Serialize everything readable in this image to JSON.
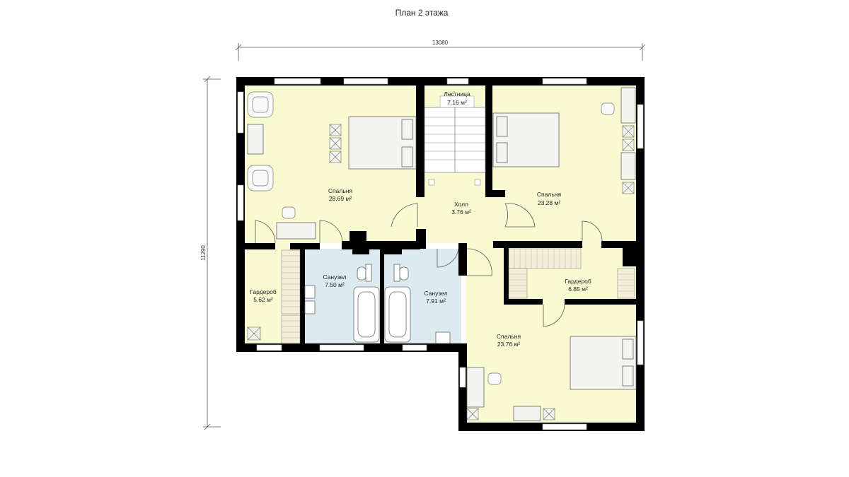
{
  "title": "План 2 этажа",
  "dimensions": {
    "width": "13080",
    "height": "11290"
  },
  "rooms": [
    {
      "name": "Спальня",
      "area": "28.69 м²"
    },
    {
      "name": "Лестница",
      "area": "7.16 м²"
    },
    {
      "name": "Спальня",
      "area": "23.28 м²"
    },
    {
      "name": "Холл",
      "area": "3.76 м²"
    },
    {
      "name": "Санузел",
      "area": "7.50 м²"
    },
    {
      "name": "Санузел",
      "area": "7.91 м²"
    },
    {
      "name": "Гардероб",
      "area": "5.62 м²"
    },
    {
      "name": "Гардероб",
      "area": "6.85 м²"
    },
    {
      "name": "Спальня",
      "area": "23.76 м²"
    }
  ],
  "colors": {
    "wall": "#000000",
    "room": "#fafad2",
    "bath": "#dcebef"
  }
}
